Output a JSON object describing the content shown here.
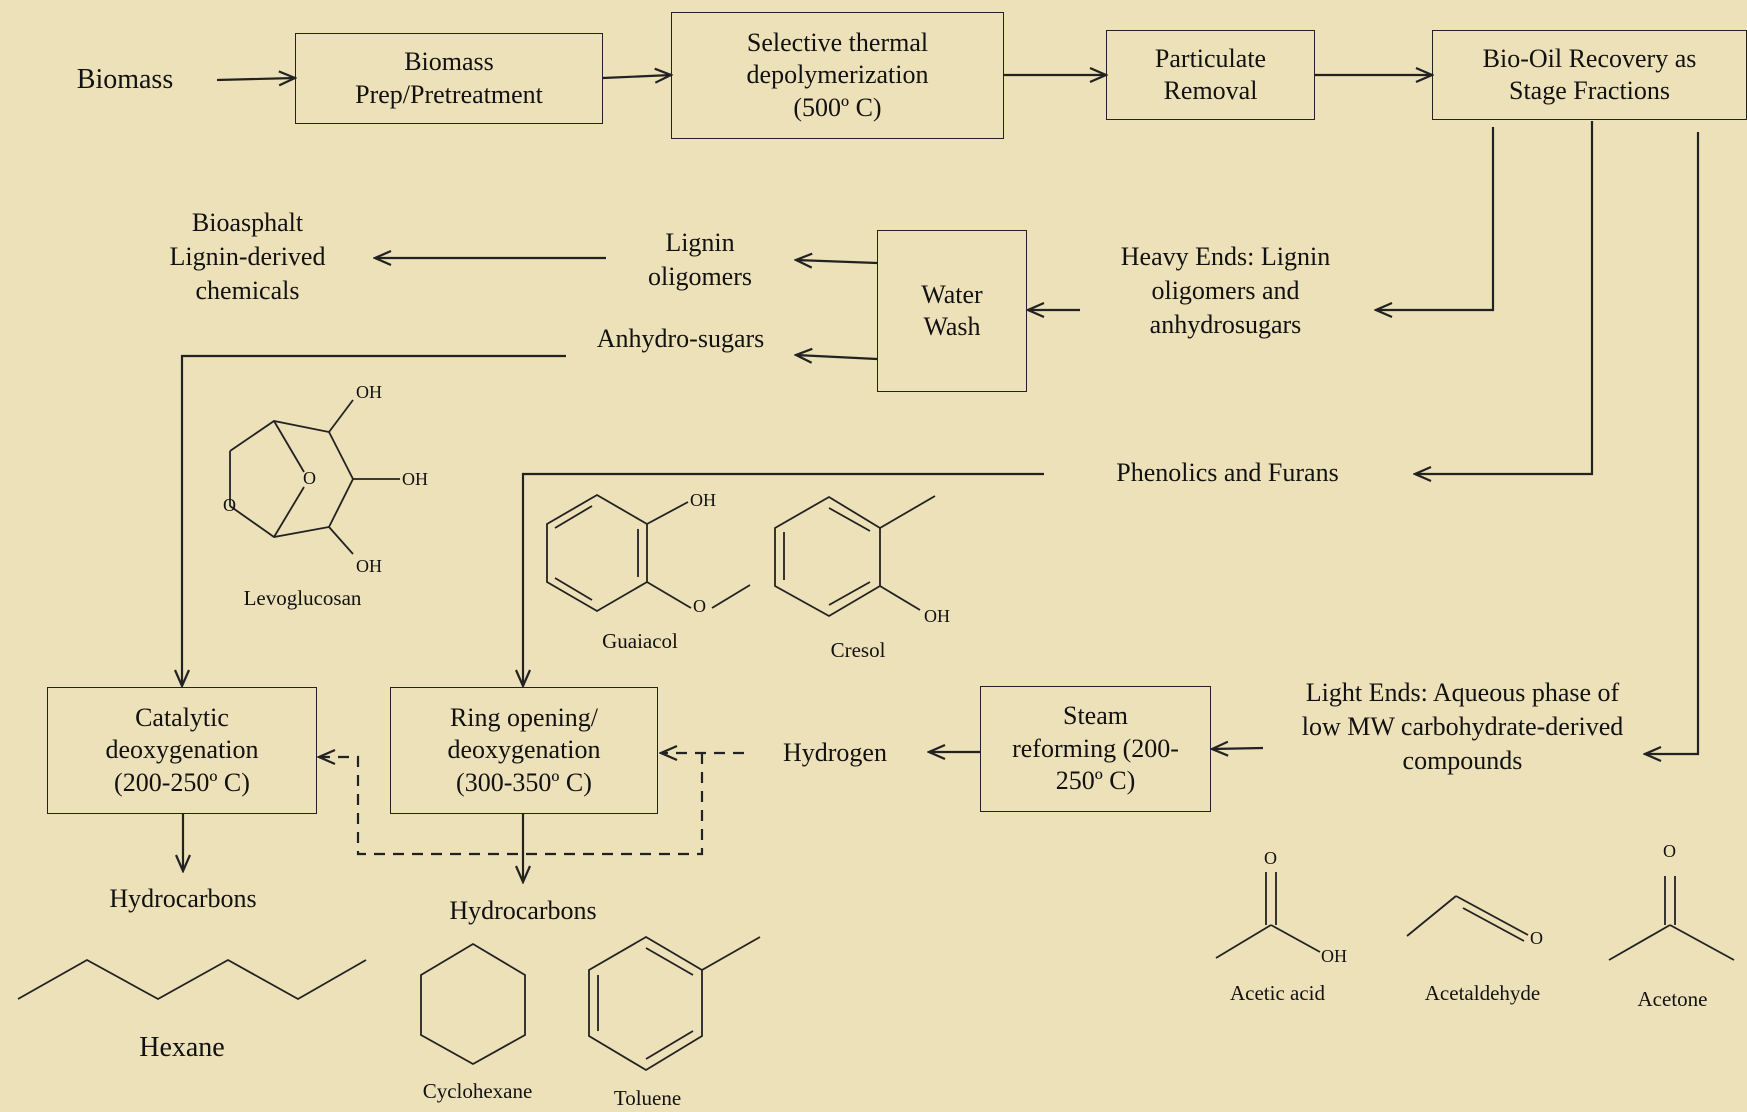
{
  "flow": {
    "biomass": "Biomass",
    "prep": "Biomass Prep/Pretreatment",
    "thermal": "Selective thermal depolymerization (500º C)",
    "particulate": "Particulate Removal",
    "recovery": "Bio-Oil Recovery as Stage Fractions",
    "heavy_ends": "Heavy Ends: Lignin oligomers and anhydrosugars",
    "water_wash": "Water Wash",
    "lignin_oligomers": "Lignin oligomers",
    "anhydro_sugars": "Anhydro-sugars",
    "bioasphalt": "Bioasphalt Lignin-derived chemicals",
    "phenolics": "Phenolics and Furans",
    "light_ends": "Light Ends: Aqueous phase of low MW carbohydrate-derived compounds",
    "steam_reforming": "Steam reforming (200-250º C)",
    "hydrogen": "Hydrogen",
    "ring_opening": "Ring opening/ deoxygenation (300-350º C)",
    "catalytic": "Catalytic deoxygenation (200-250º C)",
    "hydrocarbons_left": "Hydrocarbons",
    "hydrocarbons_mid": "Hydrocarbons"
  },
  "molecules": {
    "levoglucosan": "Levoglucosan",
    "guaiacol": "Guaiacol",
    "cresol": "Cresol",
    "hexane": "Hexane",
    "cyclohexane": "Cyclohexane",
    "toluene": "Toluene",
    "acetic_acid": "Acetic acid",
    "acetaldehyde": "Acetaldehyde",
    "acetone": "Acetone"
  },
  "atoms": {
    "oh": "OH",
    "o": "O"
  },
  "colors": {
    "background": "#ece1b9",
    "line": "#222222"
  }
}
